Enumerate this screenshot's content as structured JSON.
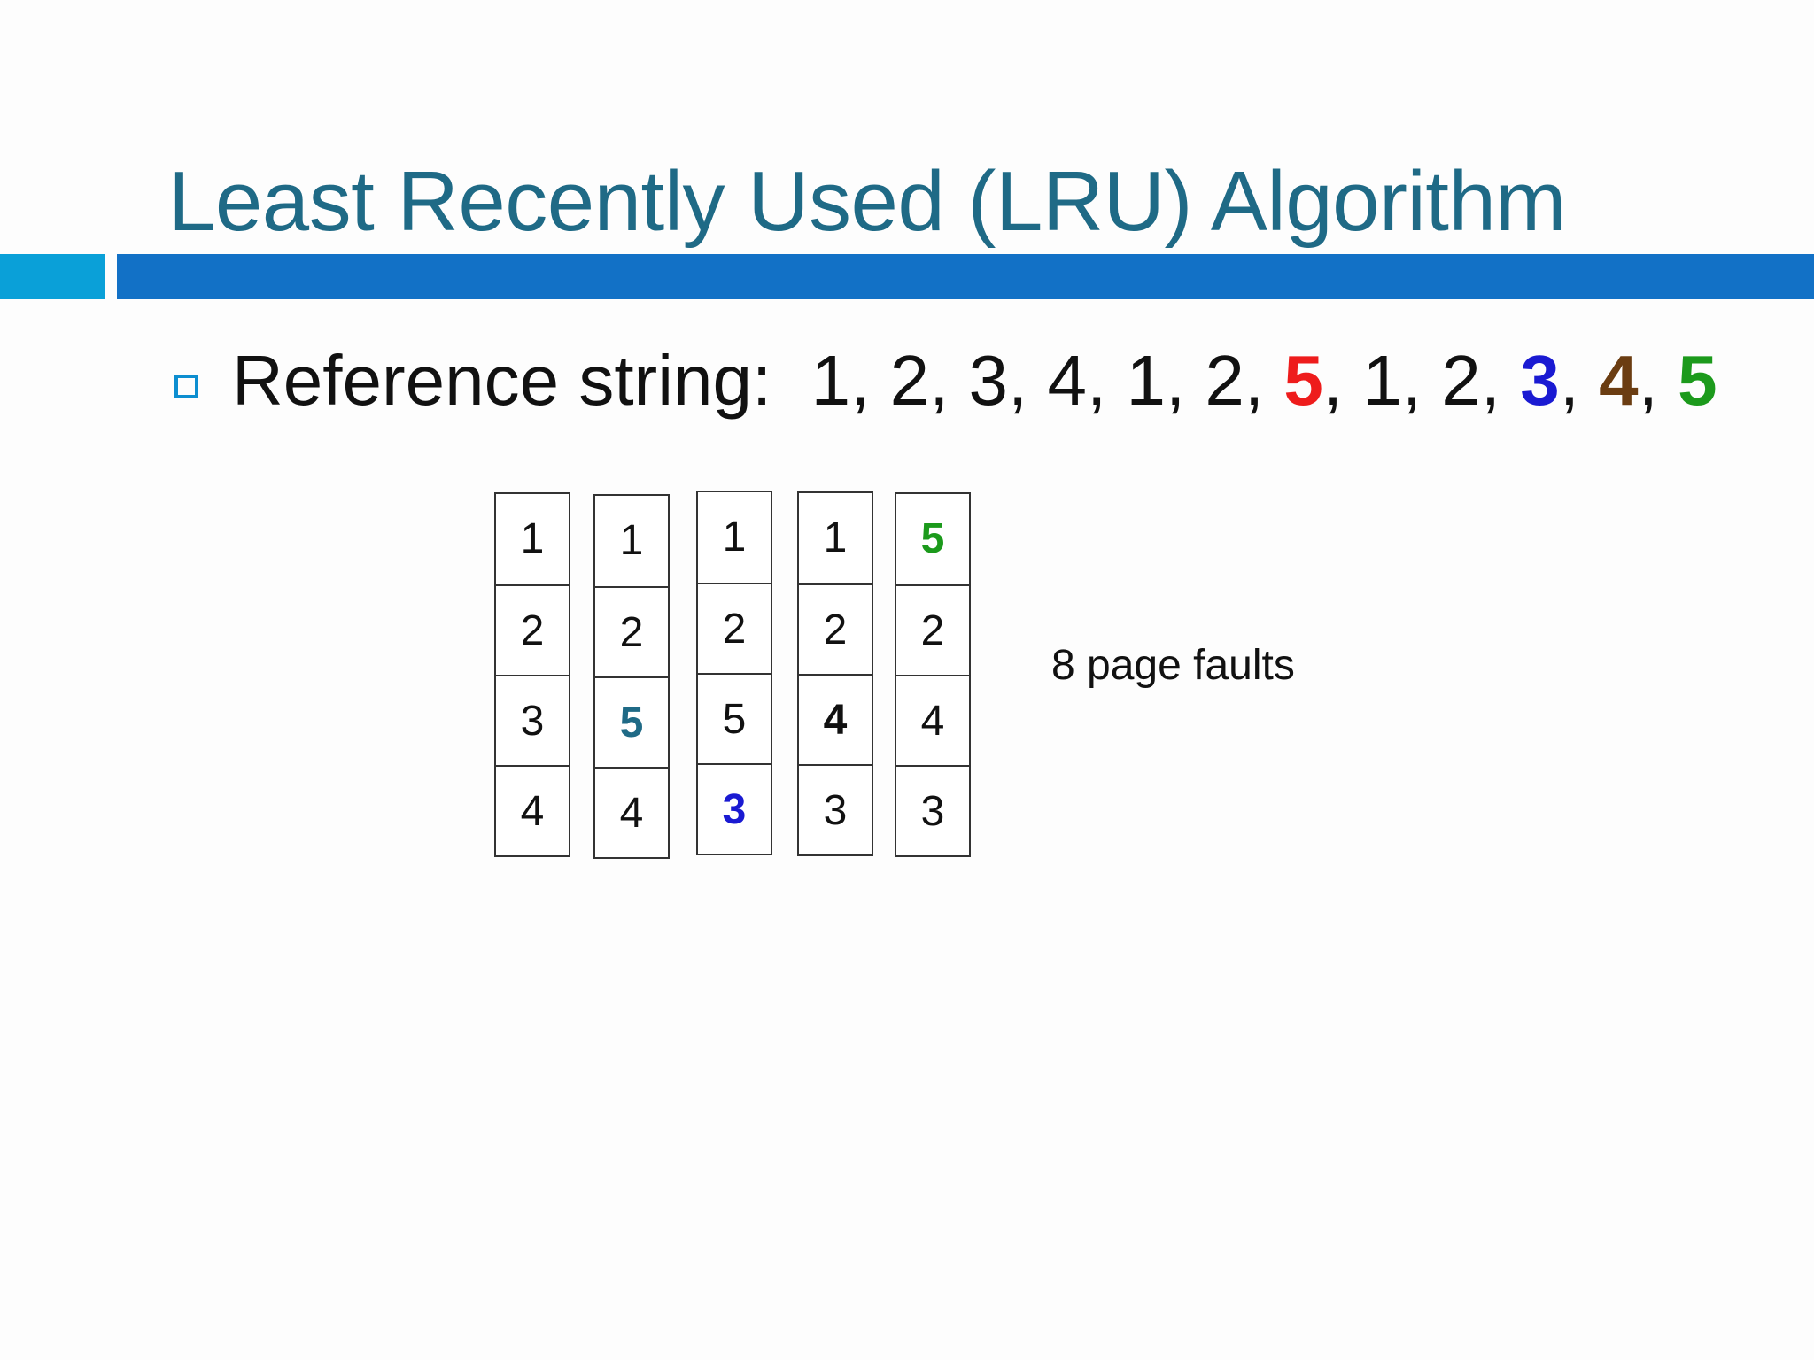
{
  "title": "Least Recently Used (LRU) Algorithm",
  "reference": {
    "label": "Reference string:",
    "values": [
      {
        "text": "1",
        "color": null
      },
      {
        "text": "2",
        "color": null
      },
      {
        "text": "3",
        "color": null
      },
      {
        "text": "4",
        "color": null
      },
      {
        "text": "1",
        "color": null
      },
      {
        "text": "2",
        "color": null
      },
      {
        "text": "5",
        "color": "#ee1c1c"
      },
      {
        "text": "1",
        "color": null
      },
      {
        "text": "2",
        "color": null
      },
      {
        "text": "3",
        "color": "#1a1ad2"
      },
      {
        "text": "4",
        "color": "#6b3d12"
      },
      {
        "text": "5",
        "color": "#1c9a1c"
      }
    ]
  },
  "frames": [
    {
      "cells": [
        {
          "value": "1"
        },
        {
          "value": "2"
        },
        {
          "value": "3"
        },
        {
          "value": "4"
        }
      ]
    },
    {
      "cells": [
        {
          "value": "1"
        },
        {
          "value": "2"
        },
        {
          "value": "5",
          "color": "#1f6a86"
        },
        {
          "value": "4"
        }
      ]
    },
    {
      "cells": [
        {
          "value": "1"
        },
        {
          "value": "2"
        },
        {
          "value": "5"
        },
        {
          "value": "3",
          "color": "#1a1ad2"
        }
      ]
    },
    {
      "cells": [
        {
          "value": "1"
        },
        {
          "value": "2"
        },
        {
          "value": "4",
          "color": "#111111"
        },
        {
          "value": "3"
        }
      ]
    },
    {
      "cells": [
        {
          "value": "5",
          "color": "#1c9a1c"
        },
        {
          "value": "2"
        },
        {
          "value": "4"
        },
        {
          "value": "3"
        }
      ]
    }
  ],
  "faults_text": "8 page faults"
}
